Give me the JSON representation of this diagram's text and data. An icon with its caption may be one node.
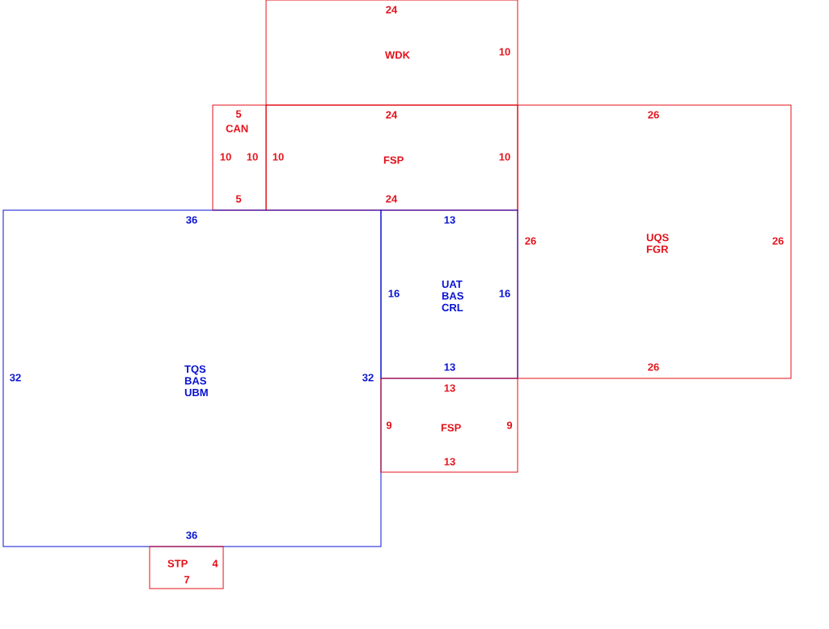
{
  "diagram": {
    "nodes": [
      {
        "text": [
          "24",
          "WDK",
          "10"
        ]
      },
      {
        "text": [
          "5",
          "CAN",
          "10",
          "10",
          "5"
        ]
      },
      {
        "text": [
          "24",
          "10",
          "FSP",
          "10",
          "24"
        ]
      },
      {
        "text": [
          "26",
          "26",
          "UQS FGR",
          "26",
          "26"
        ]
      },
      {
        "text": [
          "36",
          "32",
          "TQS BAS UBM",
          "32",
          "36"
        ]
      },
      {
        "text": [
          "13",
          "16",
          "UAT BAS CRL",
          "16",
          "13"
        ]
      },
      {
        "text": [
          "13",
          "9",
          "FSP",
          "9",
          "13"
        ]
      },
      {
        "text": [
          "STP",
          "4",
          "7"
        ]
      }
    ]
  }
}
